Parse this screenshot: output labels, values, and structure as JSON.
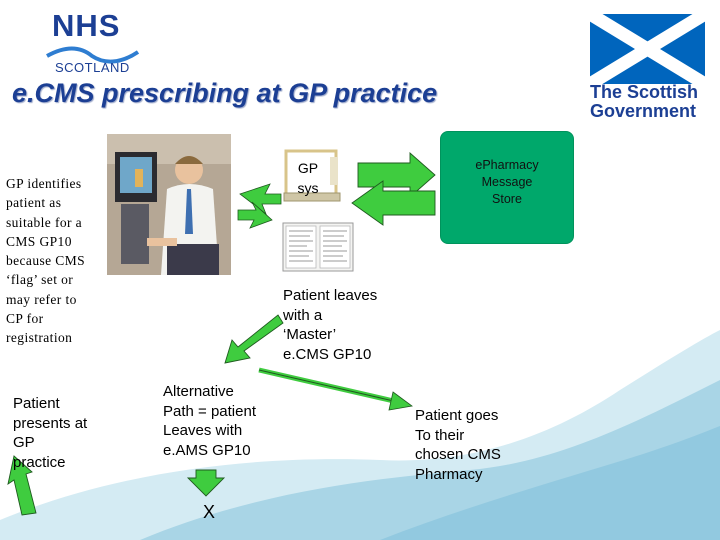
{
  "logos": {
    "nhs": {
      "main": "NHS",
      "sub": "SCOTLAND"
    },
    "government": {
      "text": "The Scottish\nGovernment"
    }
  },
  "title": "e.CMS prescribing at GP practice",
  "boxes": {
    "gp_system": "GP\nsys",
    "epharmacy_store": "ePharmacy\nMessage\nStore"
  },
  "labels": {
    "gp_identifies": "GP identifies\npatient as\nsuitable for a\nCMS GP10\nbecause CMS\n‘flag’ set or\nmay refer to\nCP for\nregistration",
    "patient_presents": "Patient\npresents at\nGP\npractice",
    "patient_leaves": "Patient leaves\nwith a\n‘Master’\ne.CMS GP10",
    "alternative_path": "Alternative\nPath = patient\nLeaves with\ne.AMS GP10",
    "patient_goes": "Patient goes\nTo their\nchosen CMS\nPharmacy",
    "end_mark": "X"
  },
  "colors": {
    "nhs_blue": "#1c3f94",
    "saltire_blue": "#0065bd",
    "arrow_green": "#3fcc3f",
    "store_green": "#00a86b",
    "swoosh_blue": "#b7dcea"
  },
  "icons": [
    "nhs-logo",
    "saltire-flag",
    "gp-doctor-photo",
    "computer-monitor-icon",
    "prescription-form-icon"
  ]
}
